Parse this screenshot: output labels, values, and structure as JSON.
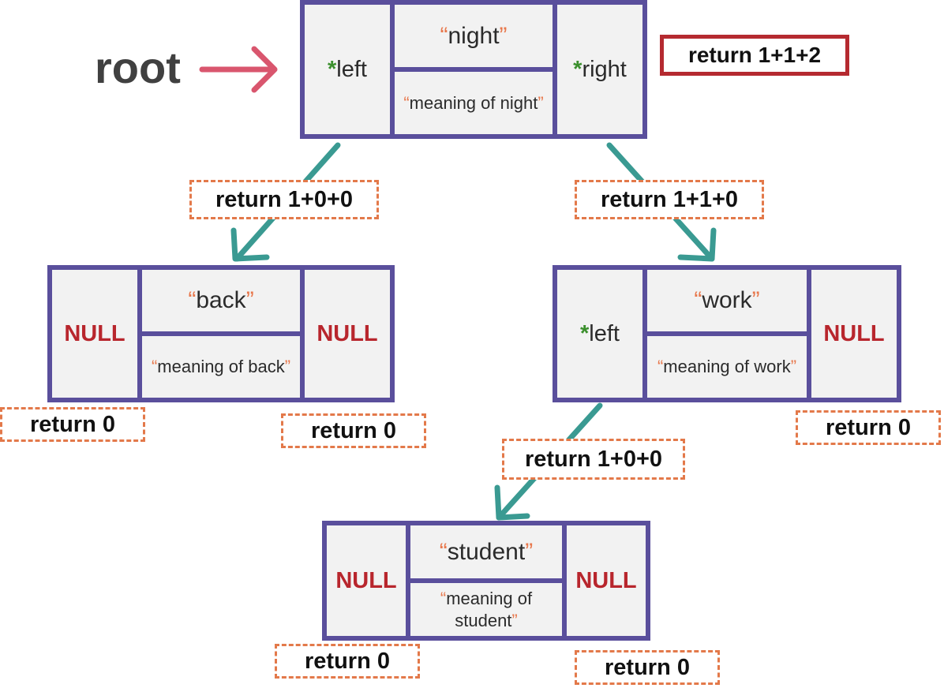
{
  "root_label": "root",
  "colors": {
    "node_border": "#5a4f9c",
    "cell_bg": "#f2f2f2",
    "edge": "#3a9a92",
    "root_arrow": "#d9566e",
    "null_text": "#b8262d",
    "pointer_star": "#3a8f2c",
    "quote": "#e8774b",
    "dashed_box": "#e3794a",
    "final_box": "#b52a30"
  },
  "nodes": {
    "night": {
      "left": "left",
      "key": "night",
      "value": "meaning of night",
      "right": "right"
    },
    "back": {
      "left": "NULL",
      "key": "back",
      "value": "meaning of back",
      "right": "NULL"
    },
    "work": {
      "left": "left",
      "key": "work",
      "value": "meaning of work",
      "right": "NULL"
    },
    "student": {
      "left": "NULL",
      "key": "student",
      "value": "meaning of student",
      "right": "NULL"
    }
  },
  "returns": {
    "root_total": "return 1+1+2",
    "edge_root_left": "return 1+0+0",
    "edge_root_right": "return 1+1+0",
    "edge_work_left": "return 1+0+0",
    "back_left": "return 0",
    "back_right": "return 0",
    "work_right": "return 0",
    "student_left": "return 0",
    "student_right": "return 0"
  }
}
